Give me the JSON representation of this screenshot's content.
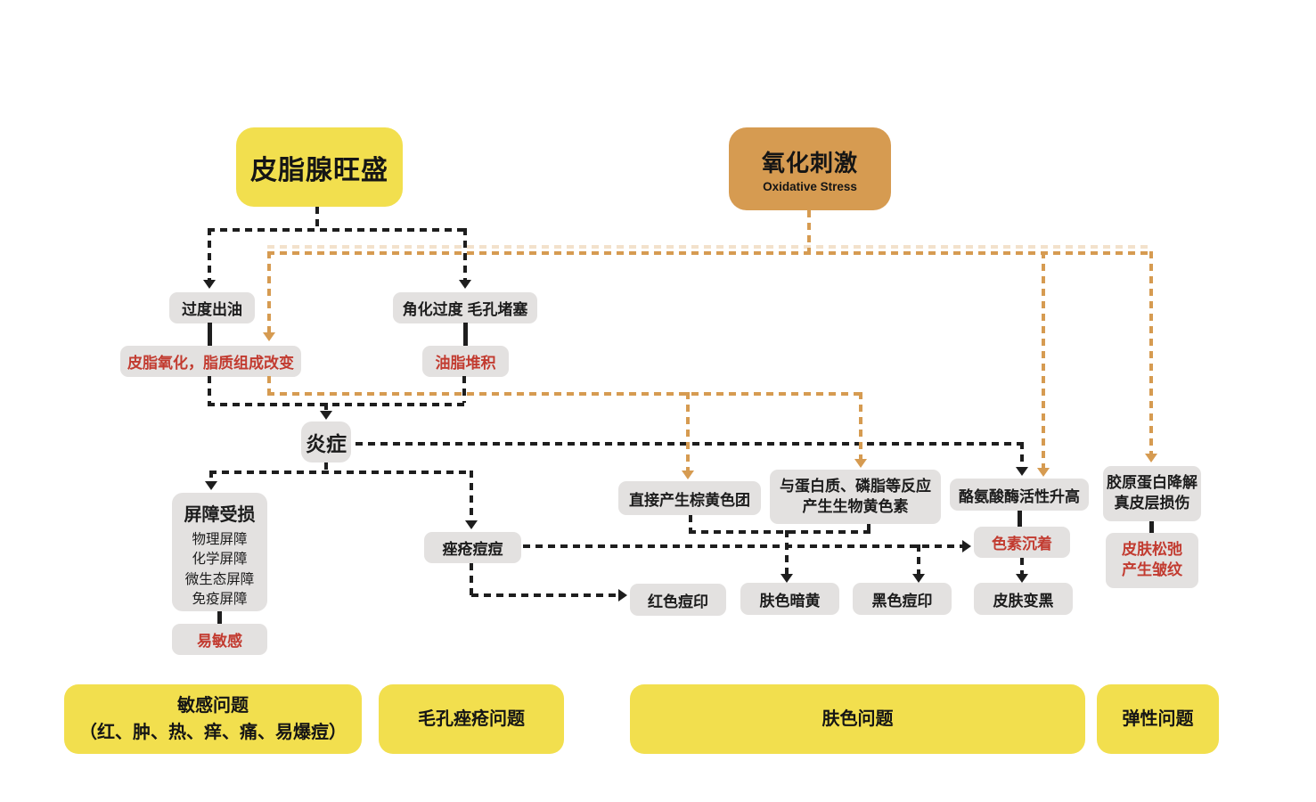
{
  "colors": {
    "yellow_box": "#f2df4e",
    "orange_box": "#d69b51",
    "orange_line": "#d69b51",
    "gray_box": "#e3e1e0",
    "red_text": "#c23b30",
    "black_line": "#1e1e1e",
    "background": "#ffffff"
  },
  "nodes": {
    "sebum": {
      "label": "皮脂腺旺盛"
    },
    "oxidative": {
      "label": "氧化刺激",
      "sublabel": "Oxidative Stress"
    },
    "excess_oil": {
      "label": "过度出油"
    },
    "keratin": {
      "label": "角化过度 毛孔堵塞"
    },
    "sebum_oxidation": {
      "label": "皮脂氧化，脂质组成改变"
    },
    "oil_buildup": {
      "label": "油脂堆积"
    },
    "inflammation": {
      "label": "炎症"
    },
    "barrier": {
      "title": "屏障受损",
      "items": [
        "物理屏障",
        "化学屏障",
        "微生态屏障",
        "免疫屏障"
      ]
    },
    "sensitive": {
      "label": "易敏感"
    },
    "acne": {
      "label": "痤疮痘痘"
    },
    "brown_clusters": {
      "label": "直接产生棕黄色团"
    },
    "biopigment": {
      "line1": "与蛋白质、磷脂等反应",
      "line2": "产生生物黄色素"
    },
    "tyrosinase": {
      "label": "酪氨酸酶活性升高"
    },
    "collagen": {
      "line1": "胶原蛋白降解",
      "line2": "真皮层损伤"
    },
    "pigmentation": {
      "label": "色素沉着"
    },
    "sagging": {
      "line1": "皮肤松弛",
      "line2": "产生皱纹"
    },
    "red_marks": {
      "label": "红色痘印"
    },
    "dull_skin": {
      "label": "肤色暗黄"
    },
    "dark_marks": {
      "label": "黑色痘印"
    },
    "darkening": {
      "label": "皮肤变黑"
    }
  },
  "problems": {
    "sensitive": {
      "line1": "敏感问题",
      "line2": "（红、肿、热、痒、痛、易爆痘）"
    },
    "pore": {
      "label": "毛孔痤疮问题"
    },
    "tone": {
      "label": "肤色问题"
    },
    "elastic": {
      "label": "弹性问题"
    }
  }
}
